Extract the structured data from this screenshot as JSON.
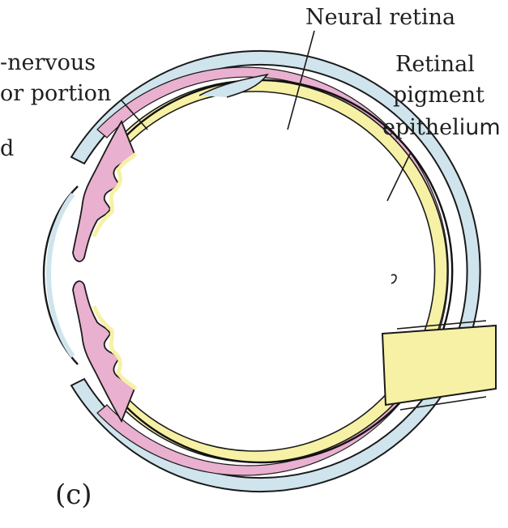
{
  "labels": {
    "non_nervous_line1": "-nervous",
    "non_nervous_line2": "or portion",
    "partial_left": "d",
    "neural_retina": "Neural retina",
    "rpe_line1": "Retinal",
    "rpe_line2": "pigment",
    "rpe_line3_a": "epithel",
    "rpe_line3_b": "ium",
    "panel": "(c)"
  },
  "colors": {
    "sclera": "#cfe4ec",
    "choroid_pigment": "#e9b0cf",
    "retina": "#f7f1a6",
    "outline": "#1a1a1a",
    "background": "#ffffff"
  }
}
